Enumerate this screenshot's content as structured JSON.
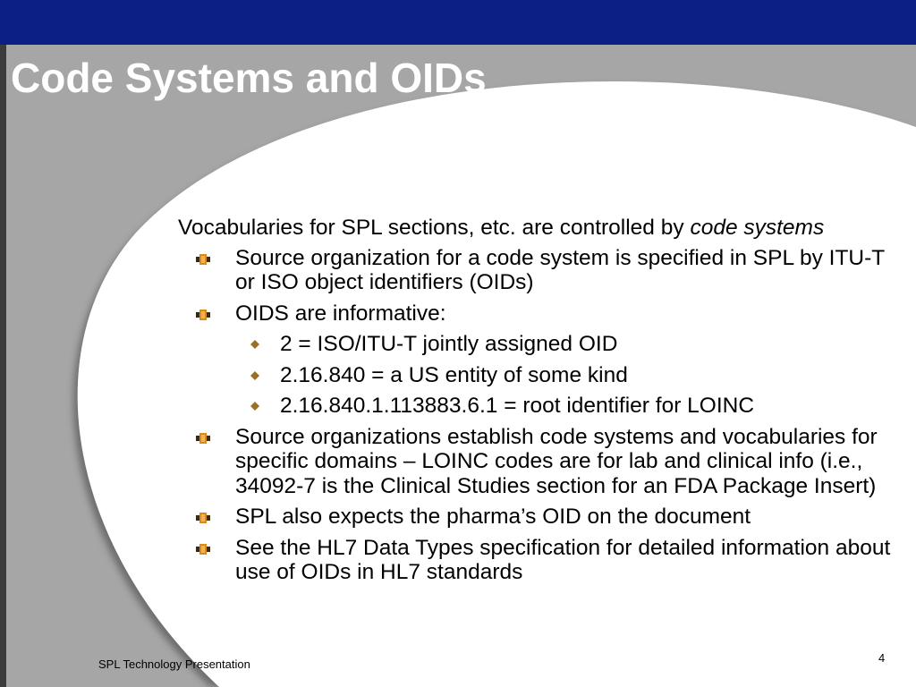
{
  "colors": {
    "top_bar": "#0c1f85",
    "gray_panel": "#a6a6a6",
    "title_text": "#ffffff",
    "bullet_orange": "#d98a1e",
    "bullet_dark": "#3a2a10",
    "diamond": "#9a7024"
  },
  "slide": {
    "title": "Code Systems and OIDs",
    "intro_text": "Vocabularies for SPL sections, etc. are controlled by ",
    "intro_emphasis": "code systems",
    "bullets": [
      {
        "text": "Source organization for a code system is specified in SPL by ITU-T or ISO object identifiers (OIDs)",
        "icon": "square-bullet-icon"
      },
      {
        "text": "OIDS are informative:",
        "icon": "square-bullet-icon",
        "sub": [
          {
            "text": "2 = ISO/ITU-T jointly assigned OID",
            "icon": "diamond-bullet-icon"
          },
          {
            "text": "2.16.840 = a US entity of some kind",
            "icon": "diamond-bullet-icon"
          },
          {
            "text": "2.16.840.1.113883.6.1 = root identifier for LOINC",
            "icon": "diamond-bullet-icon"
          }
        ]
      },
      {
        "text": "Source organizations establish code systems and vocabularies for specific domains – LOINC codes are for lab and clinical info (i.e., 34092-7 is the Clinical Studies section for an FDA Package Insert)",
        "icon": "square-bullet-icon"
      },
      {
        "text": "SPL also expects the pharma’s OID on the document",
        "icon": "square-bullet-icon"
      },
      {
        "text": "See the HL7 Data Types specification for detailed information about use of OIDs in HL7 standards",
        "icon": "square-bullet-icon"
      }
    ]
  },
  "footer": {
    "label": "SPL Technology Presentation",
    "page_number": "4"
  }
}
